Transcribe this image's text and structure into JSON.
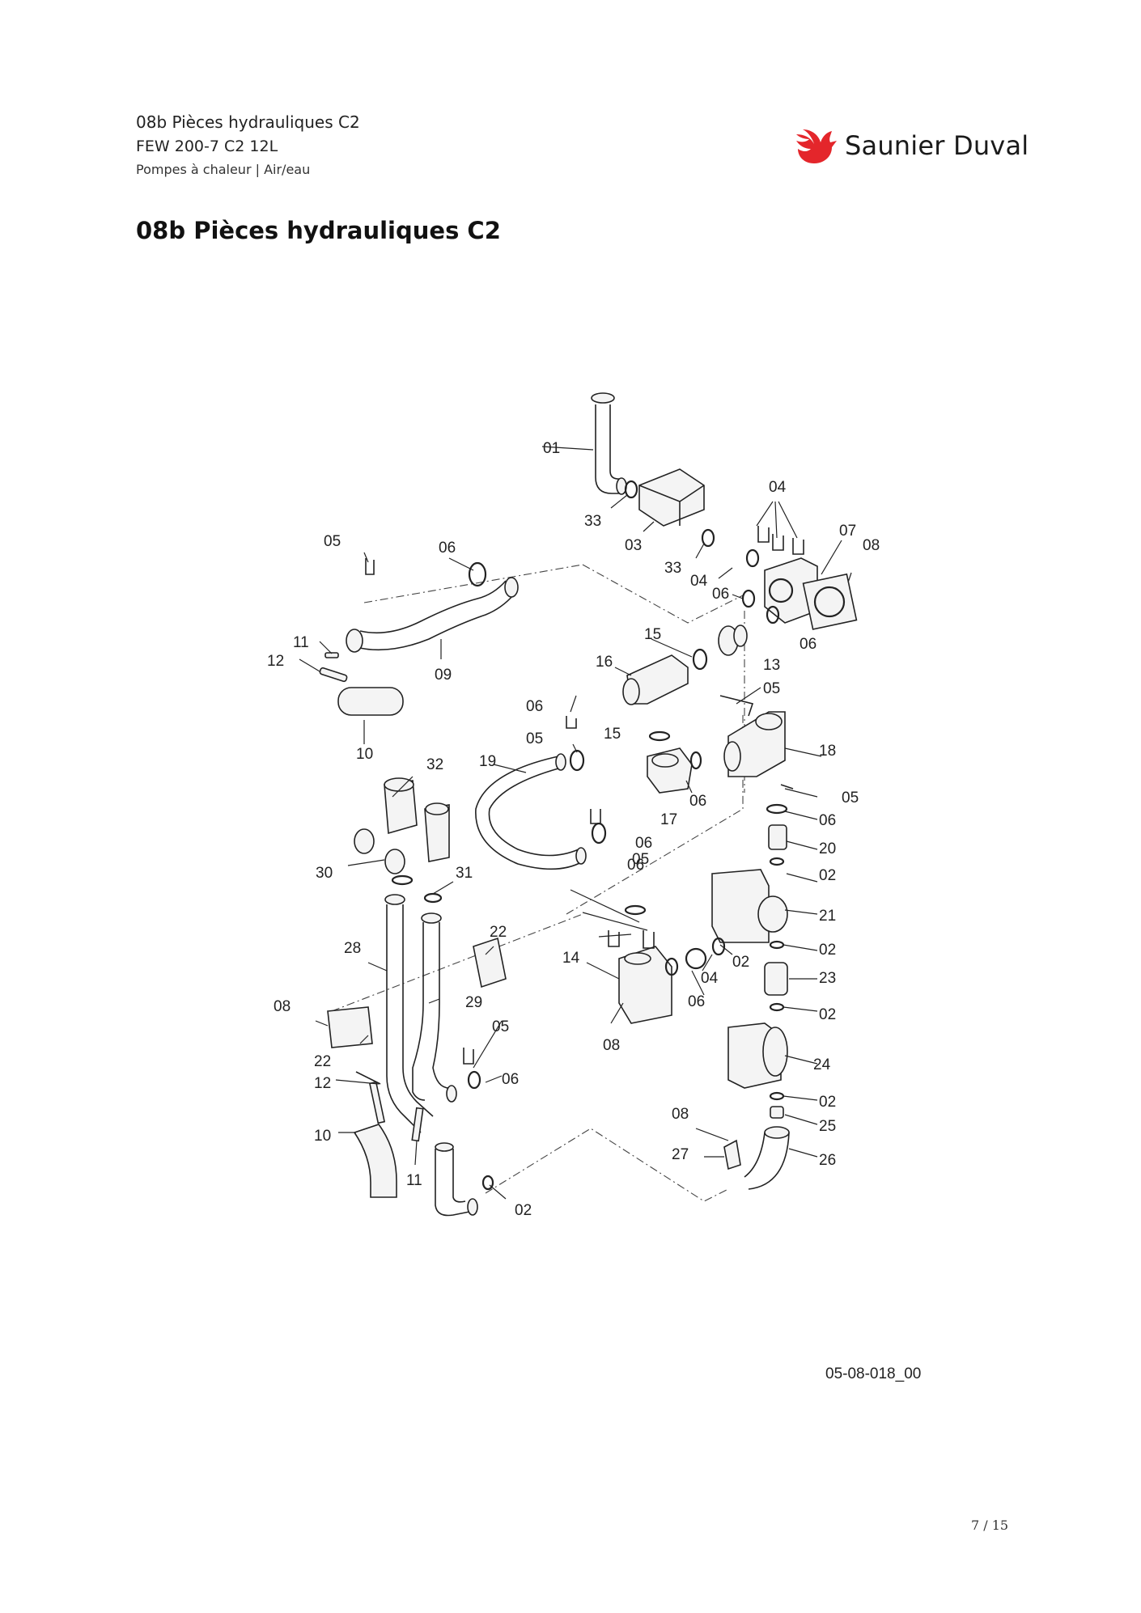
{
  "header": {
    "line1": "08b Pièces hydrauliques C2",
    "line2": "FEW 200-7 C2 12L",
    "line3": "Pompes à chaleur | Air/eau"
  },
  "brand": {
    "name": "Saunier Duval",
    "color": "#e4262b",
    "icon": "bird-logo-icon"
  },
  "page_title": "08b Pièces hydrauliques C2",
  "diagram": {
    "labels": [
      "01",
      "33",
      "03",
      "33",
      "04",
      "06",
      "07",
      "08",
      "04",
      "06",
      "13",
      "05",
      "06",
      "11",
      "12",
      "09",
      "10",
      "15",
      "16",
      "05",
      "06",
      "05",
      "15",
      "18",
      "19",
      "32",
      "17",
      "06",
      "05",
      "06",
      "30",
      "31",
      "06",
      "20",
      "02",
      "06",
      "05",
      "21",
      "28",
      "22",
      "14",
      "04",
      "02",
      "02",
      "29",
      "23",
      "08",
      "05",
      "06",
      "02",
      "22",
      "08",
      "24",
      "12",
      "06",
      "02",
      "10",
      "08",
      "25",
      "11",
      "27",
      "26",
      "02"
    ]
  },
  "reference": "05-08-018_00",
  "pagination": "7 / 15"
}
